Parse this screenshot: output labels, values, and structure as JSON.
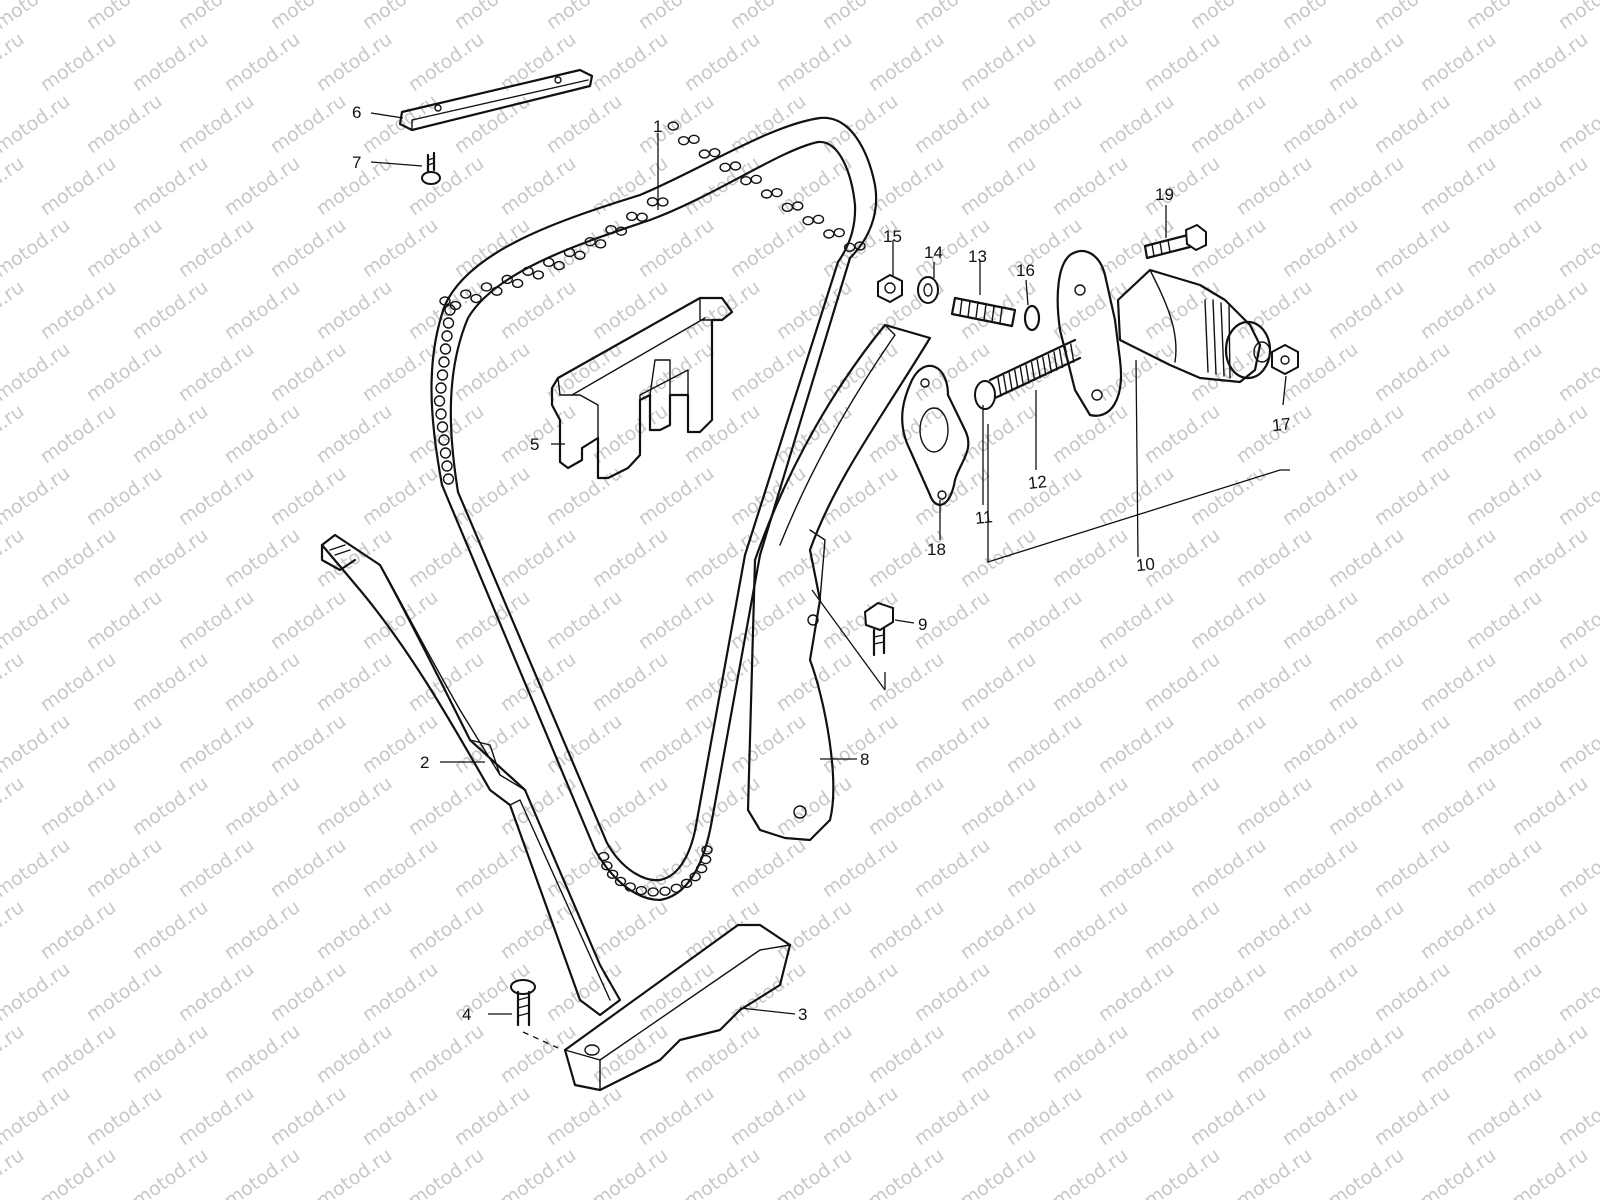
{
  "watermark": {
    "text": "motod.ru",
    "color": "#c8c8c8"
  },
  "ink_color": "#111111",
  "callouts": [
    {
      "id": "1",
      "label": "1",
      "part": "cam-chain"
    },
    {
      "id": "2",
      "label": "2",
      "part": "chain-guide-left"
    },
    {
      "id": "3",
      "label": "3",
      "part": "lower-guide-holder"
    },
    {
      "id": "4",
      "label": "4",
      "part": "screw"
    },
    {
      "id": "5",
      "label": "5",
      "part": "guide-block"
    },
    {
      "id": "6",
      "label": "6",
      "part": "top-guide-plate"
    },
    {
      "id": "7",
      "label": "7",
      "part": "screw"
    },
    {
      "id": "8",
      "label": "8",
      "part": "tensioner-guide"
    },
    {
      "id": "9",
      "label": "9",
      "part": "bolt"
    },
    {
      "id": "10",
      "label": "10",
      "part": "tensioner-body"
    },
    {
      "id": "11",
      "label": "11",
      "part": "push-rod"
    },
    {
      "id": "12",
      "label": "12",
      "part": "spring"
    },
    {
      "id": "13",
      "label": "13",
      "part": "stud"
    },
    {
      "id": "14",
      "label": "14",
      "part": "washer"
    },
    {
      "id": "15",
      "label": "15",
      "part": "nut"
    },
    {
      "id": "16",
      "label": "16",
      "part": "o-ring"
    },
    {
      "id": "17",
      "label": "17",
      "part": "lock-nut"
    },
    {
      "id": "18",
      "label": "18",
      "part": "gasket"
    },
    {
      "id": "19",
      "label": "19",
      "part": "bolt"
    }
  ]
}
